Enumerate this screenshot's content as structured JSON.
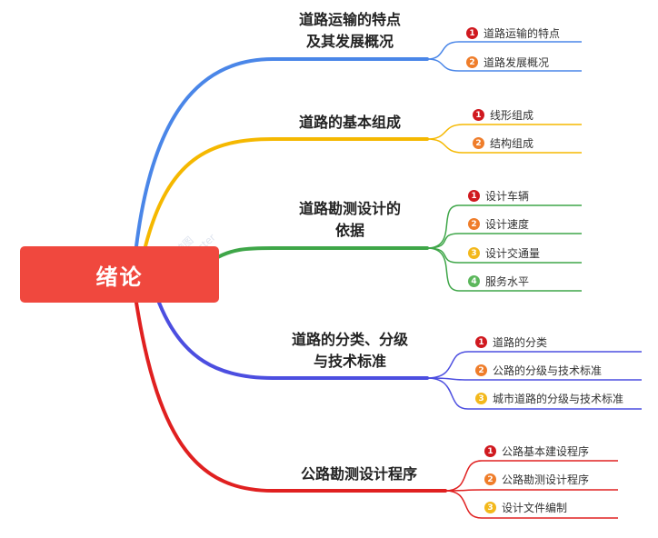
{
  "root": {
    "label": "绪论"
  },
  "watermark": {
    "text": "亿图脑图 MindMaster",
    "mark": "M"
  },
  "branches": [
    {
      "label_lines": [
        "道路运输的特点",
        "及其发展概况"
      ],
      "color": "#4a86e8",
      "items": [
        {
          "num": "1",
          "text": "道路运输的特点"
        },
        {
          "num": "2",
          "text": "道路发展概况"
        }
      ]
    },
    {
      "label_lines": [
        "道路的基本组成"
      ],
      "color": "#f5b800",
      "items": [
        {
          "num": "1",
          "text": "线形组成"
        },
        {
          "num": "2",
          "text": "结构组成"
        }
      ]
    },
    {
      "label_lines": [
        "道路勘测设计的",
        "依据"
      ],
      "color": "#3ea648",
      "items": [
        {
          "num": "1",
          "text": "设计车辆"
        },
        {
          "num": "2",
          "text": "设计速度"
        },
        {
          "num": "3",
          "text": "设计交通量"
        },
        {
          "num": "4",
          "text": "服务水平"
        }
      ]
    },
    {
      "label_lines": [
        "道路的分类、分级",
        "与技术标准"
      ],
      "color": "#4c4ee0",
      "items": [
        {
          "num": "1",
          "text": "道路的分类"
        },
        {
          "num": "2",
          "text": "公路的分级与技术标准"
        },
        {
          "num": "3",
          "text": "城市道路的分级与技术标准"
        }
      ]
    },
    {
      "label_lines": [
        "公路勘测设计程序"
      ],
      "color": "#e02020",
      "items": [
        {
          "num": "1",
          "text": "公路基本建设程序"
        },
        {
          "num": "2",
          "text": "公路勘测设计程序"
        },
        {
          "num": "3",
          "text": "设计文件编制"
        }
      ]
    }
  ]
}
